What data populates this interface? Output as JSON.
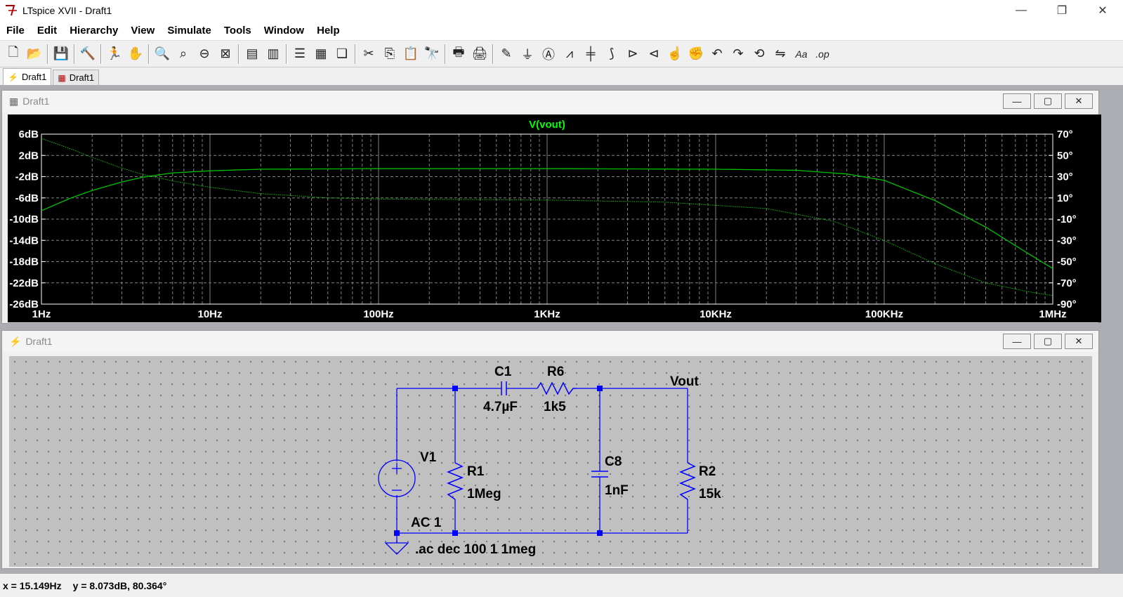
{
  "window": {
    "title": "LTspice XVII - Draft1"
  },
  "menu": [
    "File",
    "Edit",
    "Hierarchy",
    "View",
    "Simulate",
    "Tools",
    "Window",
    "Help"
  ],
  "toolbar_icons": [
    "new-schematic-icon",
    "open-icon",
    "sep",
    "save-icon",
    "sep",
    "control-panel-icon",
    "sep",
    "run-icon",
    "halt-icon",
    "sep",
    "zoom-in-icon",
    "zoom-area-icon",
    "zoom-out-icon",
    "zoom-fit-icon",
    "sep",
    "autorange-icon",
    "delete-trace-icon",
    "sep",
    "tile-horizontal-icon",
    "tile-vertical-icon",
    "cascade-icon",
    "sep",
    "cut-icon",
    "copy-icon",
    "paste-icon",
    "find-icon",
    "sep",
    "print-setup-icon",
    "print-icon",
    "sep",
    "wire-icon",
    "ground-icon",
    "label-icon",
    "resistor-icon",
    "capacitor-icon",
    "inductor-icon",
    "diode-icon",
    "component-icon",
    "move-icon",
    "drag-icon",
    "undo-icon",
    "redo-icon",
    "rotate-icon",
    "mirror-icon",
    "text-icon",
    "spice-directive-icon"
  ],
  "tabs": [
    {
      "label": "Draft1",
      "icon": "schematic-icon",
      "active": true
    },
    {
      "label": "Draft1",
      "icon": "waveform-icon",
      "active": false
    }
  ],
  "plot_window": {
    "title": "Draft1"
  },
  "schematic_window": {
    "title": "Draft1"
  },
  "chart_data": {
    "type": "line",
    "title": "V(vout)",
    "x_scale": "log",
    "x_ticks": [
      "1Hz",
      "10Hz",
      "100Hz",
      "1KHz",
      "10KHz",
      "100KHz",
      "1MHz"
    ],
    "y_left_ticks": [
      "6dB",
      "2dB",
      "-2dB",
      "-6dB",
      "-10dB",
      "-14dB",
      "-18dB",
      "-22dB",
      "-26dB"
    ],
    "y_right_ticks": [
      "70°",
      "50°",
      "30°",
      "10°",
      "-10°",
      "-30°",
      "-50°",
      "-70°",
      "-90°"
    ],
    "ylim_left": [
      -26,
      6
    ],
    "ylim_right": [
      -90,
      70
    ],
    "grid": true,
    "series": [
      {
        "role": "magnitude",
        "axis": "left",
        "style": "solid",
        "x": [
          1,
          1.5,
          2,
          3,
          4,
          6,
          10,
          20,
          100,
          1000,
          10000,
          30000,
          60000,
          100000,
          200000,
          400000,
          700000,
          1000000
        ],
        "y": [
          -8.4,
          -6.0,
          -4.6,
          -3.0,
          -2.1,
          -1.3,
          -0.9,
          -0.6,
          -0.5,
          -0.5,
          -0.6,
          -0.8,
          -1.5,
          -2.7,
          -6.5,
          -11.5,
          -16.3,
          -19.3
        ]
      },
      {
        "role": "phase",
        "axis": "right",
        "style": "dotted",
        "x": [
          1,
          1.5,
          2,
          3,
          4,
          6,
          10,
          20,
          50,
          100,
          1000,
          5000,
          20000,
          50000,
          100000,
          200000,
          400000,
          700000,
          1000000
        ],
        "y": [
          66,
          56,
          48,
          38,
          32,
          26,
          20,
          14,
          10,
          9,
          8,
          6,
          0,
          -12,
          -30,
          -52,
          -70,
          -78,
          -82
        ]
      }
    ],
    "colors": {
      "background": "#000000",
      "trace": "#00c000",
      "title": "#00ff00",
      "grid": "#808080",
      "axis_text": "#ffffff"
    }
  },
  "schematic": {
    "components": {
      "C1": {
        "name": "C1",
        "value": "4.7µF"
      },
      "R6": {
        "name": "R6",
        "value": "1k5"
      },
      "V1": {
        "name": "V1",
        "value": "AC 1"
      },
      "R1": {
        "name": "R1",
        "value": "1Meg"
      },
      "C8": {
        "name": "C8",
        "value": "1nF"
      },
      "R2": {
        "name": "R2",
        "value": "15k"
      }
    },
    "net_label": "Vout",
    "directive": ".ac dec 100 1 1meg",
    "colors": {
      "background": "#c0c0c0",
      "wire": "#0000ff",
      "text": "#000000",
      "symbol": "#0000ff"
    }
  },
  "status": {
    "x": "x = 15.149Hz",
    "y": "y = 8.073dB, 80.364°"
  }
}
